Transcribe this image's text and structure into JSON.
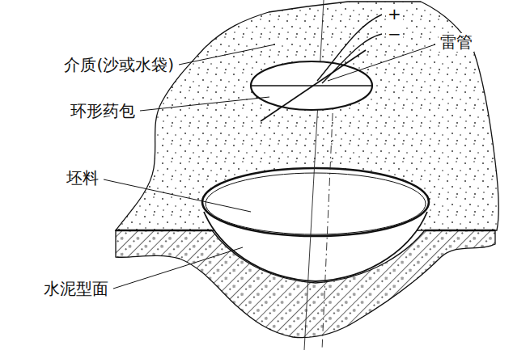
{
  "diagram": {
    "labels": [
      "介质(沙或水袋)",
      "环形药包",
      "雷管",
      "坯料",
      "水泥型面",
      "+",
      "−"
    ]
  }
}
